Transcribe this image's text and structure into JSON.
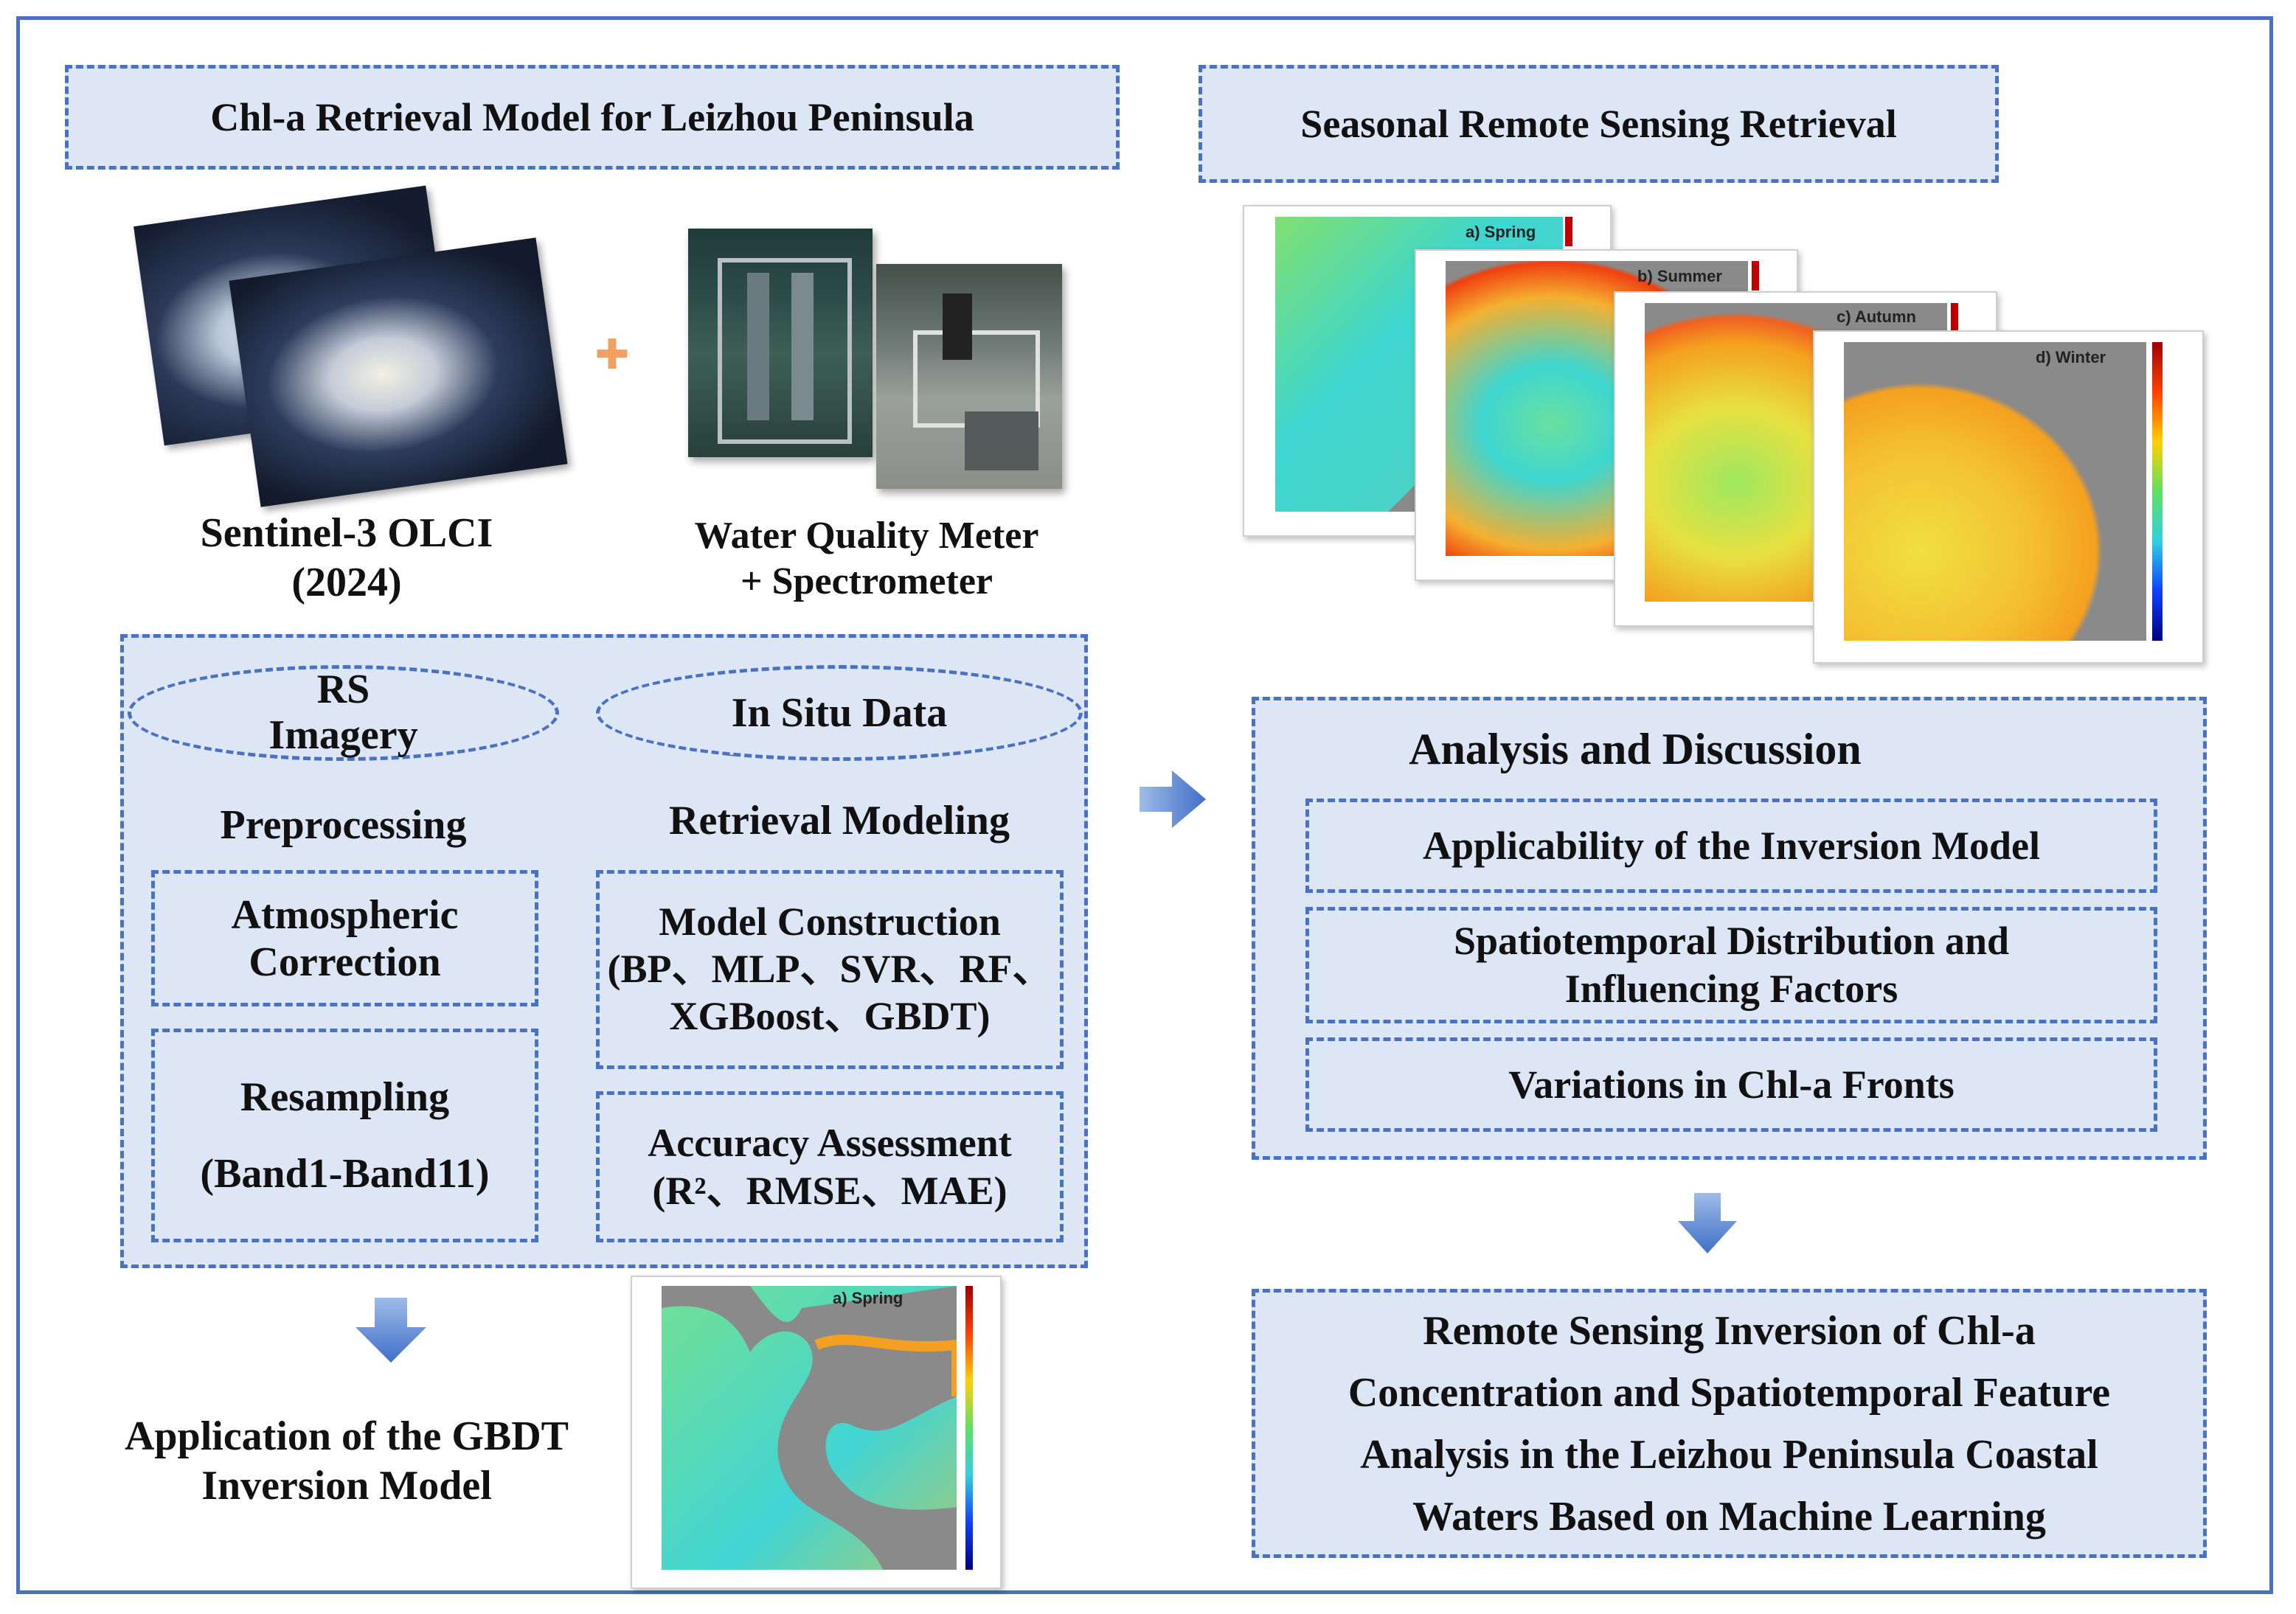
{
  "left": {
    "title": "Chl-a Retrieval Model for Leizhou Peninsula",
    "sentinel_label_line1": "Sentinel-3 OLCI",
    "sentinel_label_line2": "(2024)",
    "water_label_line1": "Water Quality Meter",
    "water_label_line2": "+ Spectrometer",
    "plus_symbol": "✚",
    "rs_imagery_line1": "RS",
    "rs_imagery_line2": "Imagery",
    "in_situ": "In Situ Data",
    "preprocessing": "Preprocessing",
    "retrieval_modeling": "Retrieval Modeling",
    "atmospheric_line1": "Atmospheric",
    "atmospheric_line2": "Correction",
    "resampling_line1": "Resampling",
    "resampling_line2": "(Band1-Band11)",
    "model_line1": "Model Construction",
    "model_line2": "(BP、MLP、SVR、RF、",
    "model_line3": "XGBoost、GBDT)",
    "accuracy_line1": "Accuracy Assessment",
    "accuracy_line2": "(R²、RMSE、MAE)",
    "application_line1": "Application of the GBDT",
    "application_line2": "Inversion Model",
    "application_map_label": "a) Spring"
  },
  "right": {
    "title": "Seasonal Remote Sensing Retrieval",
    "seasons": [
      "a) Spring",
      "b) Summer",
      "c) Autumn",
      "d) Winter"
    ],
    "analysis_title": "Analysis and Discussion",
    "item1": "Applicability of the Inversion Model",
    "item2_line1": "Spatiotemporal Distribution and",
    "item2_line2": "Influencing Factors",
    "item3": "Variations in Chl-a Fronts",
    "final_line1": "Remote Sensing Inversion of Chl-a",
    "final_line2": "Concentration and Spatiotemporal Feature",
    "final_line3": "Analysis in the Leizhou Peninsula Coastal",
    "final_line4": "Waters Based on Machine Learning"
  },
  "colors": {
    "border_blue": "#4a72c4",
    "box_fill": "#dde6f5",
    "arrow_blue": "#6f96dc",
    "plus_orange": "#f0a060",
    "sea_cyan": "#3ed6d0",
    "land_gray": "#8a8a8a"
  }
}
